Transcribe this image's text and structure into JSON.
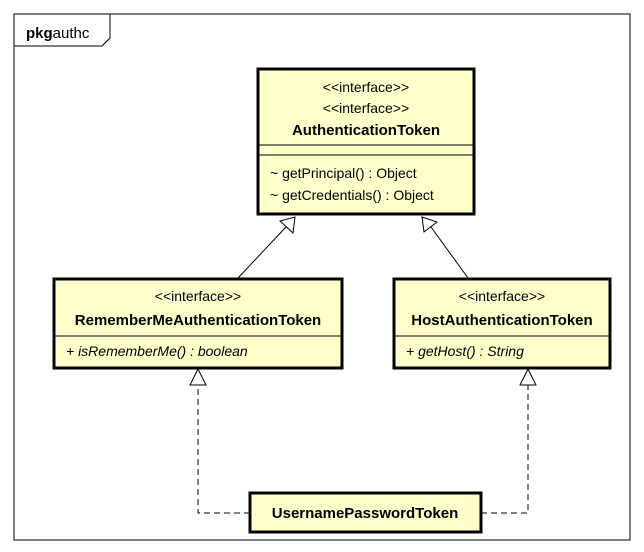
{
  "package": {
    "keyword": "pkg",
    "name": "authc"
  },
  "colors": {
    "class_fill": "#ffffcc",
    "border": "#000000",
    "background": "#ffffff"
  },
  "classes": {
    "authentication_token": {
      "stereotypes": [
        "<<interface>>",
        "<<interface>>"
      ],
      "name": "AuthenticationToken",
      "operations": [
        "~ getPrincipal() : Object",
        "~ getCredentials() : Object"
      ]
    },
    "remember_me_token": {
      "stereotypes": [
        "<<interface>>"
      ],
      "name": "RememberMeAuthenticationToken",
      "operations": [
        "+ isRememberMe() : boolean"
      ]
    },
    "host_token": {
      "stereotypes": [
        "<<interface>>"
      ],
      "name": "HostAuthenticationToken",
      "operations": [
        "+ getHost() : String"
      ]
    },
    "username_password_token": {
      "name": "UsernamePasswordToken"
    }
  },
  "relations": [
    {
      "from": "RememberMeAuthenticationToken",
      "to": "AuthenticationToken",
      "kind": "generalization"
    },
    {
      "from": "HostAuthenticationToken",
      "to": "AuthenticationToken",
      "kind": "generalization"
    },
    {
      "from": "UsernamePasswordToken",
      "to": "RememberMeAuthenticationToken",
      "kind": "realization"
    },
    {
      "from": "UsernamePasswordToken",
      "to": "HostAuthenticationToken",
      "kind": "realization"
    }
  ]
}
